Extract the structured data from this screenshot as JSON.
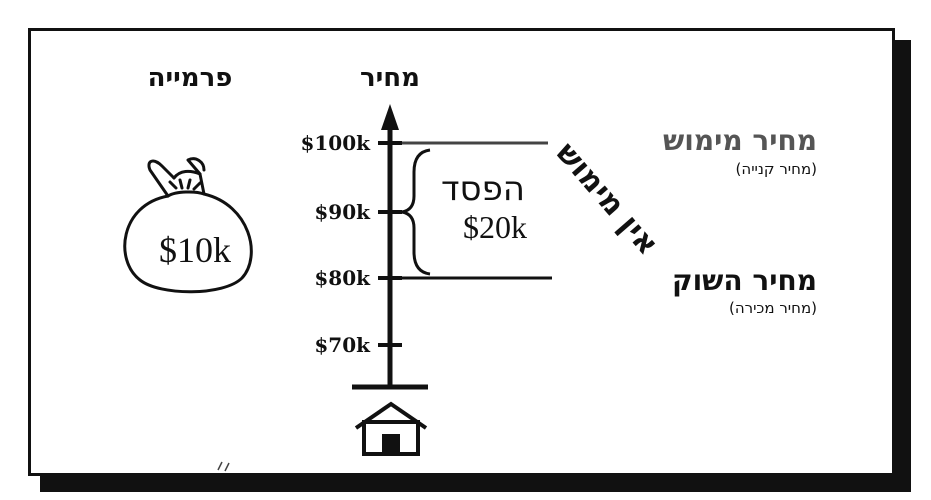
{
  "headers": {
    "premium": "פרמייה",
    "price": "מחיר"
  },
  "axis": {
    "ticks": [
      "$100k",
      "$90k",
      "$80k",
      "$70k"
    ]
  },
  "strike": {
    "label": "מחיר מימוש",
    "sublabel": "(מחיר קנייה)"
  },
  "market": {
    "label": "מחיר השוק",
    "sublabel": "(מחיר מכירה)"
  },
  "loss": {
    "label": "הפסד",
    "amount": "$20k"
  },
  "no_exercise": "אין מימוש",
  "premium_bag": {
    "amount": "$10k"
  },
  "colors": {
    "ink": "#111111",
    "strike_label": "#555555"
  }
}
